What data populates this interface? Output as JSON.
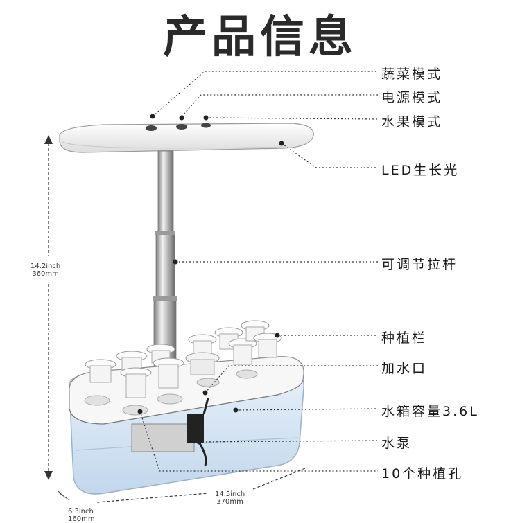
{
  "title": "产品信息",
  "callouts": {
    "vegetable_mode": "蔬菜模式",
    "power_mode": "电源模式",
    "fruit_mode": "水果模式",
    "led_light": "LED生长光",
    "adjustable_rod": "可调节拉杆",
    "planting_rack": "种植栏",
    "water_inlet": "加水口",
    "tank_capacity": "水箱容量3.6L",
    "water_pump": "水泵",
    "planting_holes": "10个种植孔"
  },
  "dimensions": {
    "height_in": "14.2inch",
    "height_mm": "360mm",
    "length_in": "14.5inch",
    "length_mm": "370mm",
    "width_in": "6.3inch",
    "width_mm": "160mm"
  }
}
